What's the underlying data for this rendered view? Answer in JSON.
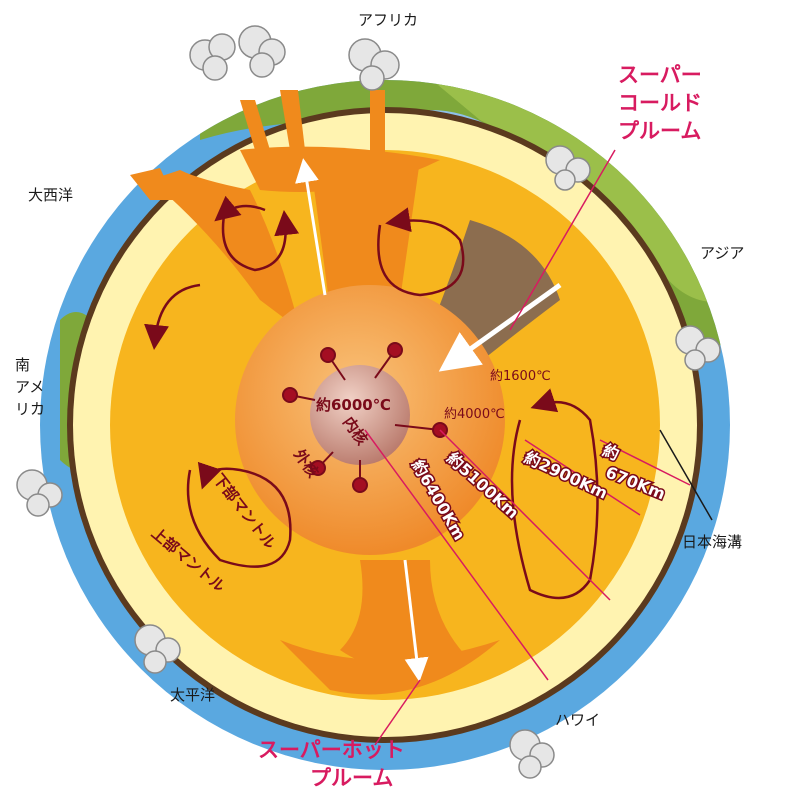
{
  "colors": {
    "ocean": "#5aa8e0",
    "land": "#7fa83a",
    "crust": "#5b3a1e",
    "upper_mantle": "#fff3b0",
    "lower_mantle": "#f7b51e",
    "outer_core": "#f39a2c",
    "inner_core": "#c98a7a",
    "plume": "#f08a1c",
    "label_red": "#d81b60",
    "arrow_dark": "#7a0a1a"
  },
  "regions": {
    "africa": "アフリカ",
    "atlantic": "大西洋",
    "asia": "アジア",
    "south_america": "南\nアメ\nリカ",
    "pacific": "太平洋",
    "hawaii": "ハワイ",
    "japan_trench": "日本海溝"
  },
  "plumes": {
    "super_cold": "スーパー\nコールド\nプルーム",
    "super_hot": "スーパーホット\nプルーム"
  },
  "layers": {
    "inner_core": "内核",
    "outer_core": "外核",
    "lower_mantle": "下部マントル",
    "upper_mantle": "上部マントル"
  },
  "temperatures": {
    "inner": "約6000℃",
    "core_boundary": "約4000℃",
    "mantle": "約1600℃"
  },
  "depths": {
    "d670": "約\n670Km",
    "d2900": "約2900Km",
    "d5100": "約5100Km",
    "d6400": "約6400Km"
  }
}
